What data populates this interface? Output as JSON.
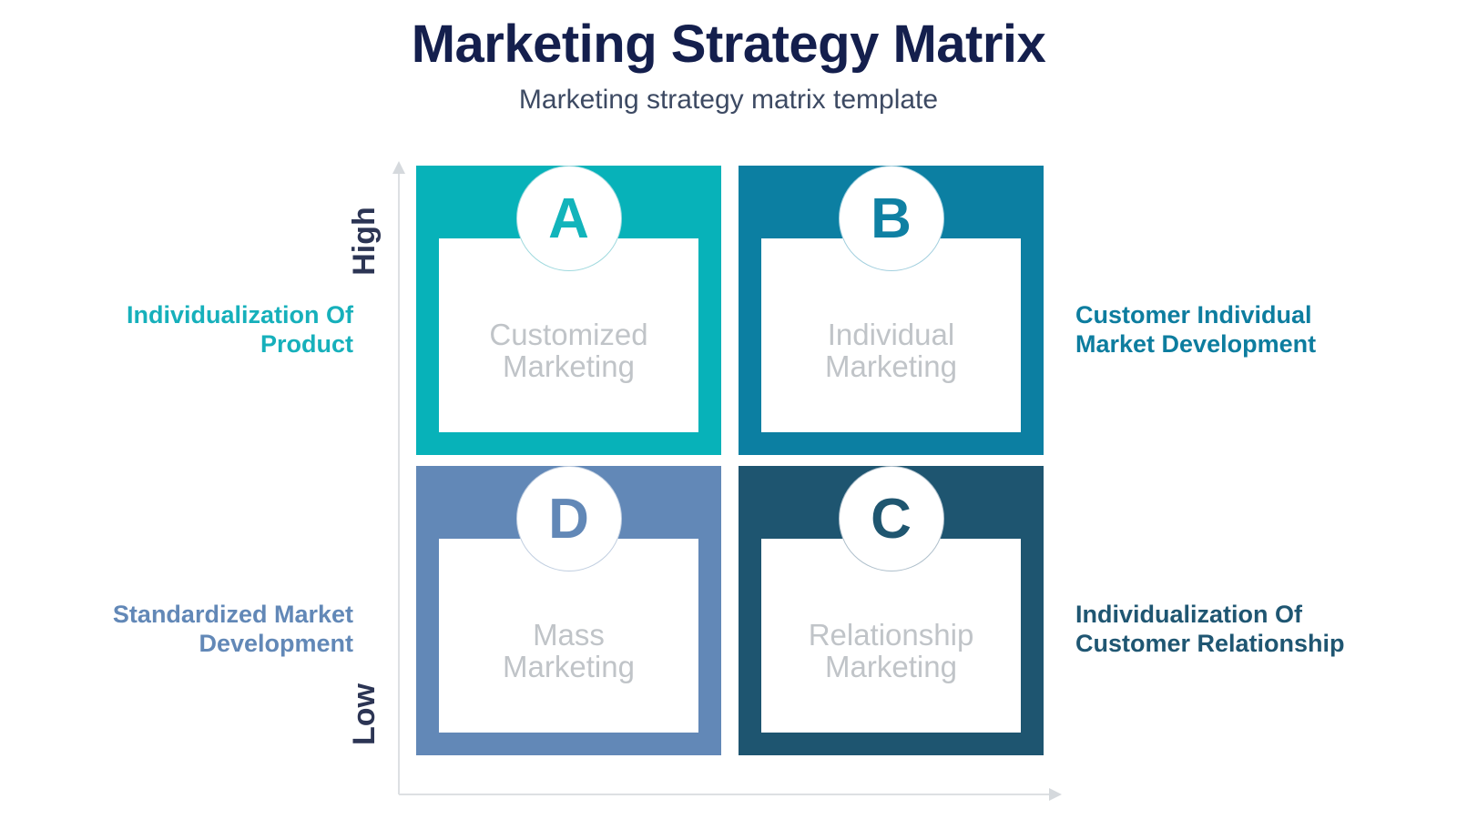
{
  "header": {
    "title": "Marketing Strategy Matrix",
    "subtitle": "Marketing strategy matrix template",
    "title_color": "#141f4d",
    "subtitle_color": "#3d4a63"
  },
  "axes": {
    "vertical": {
      "top_value": "High",
      "bottom_value": "Low",
      "line_color": "#dde0e3",
      "label_color": "#2c3554"
    },
    "horizontal": {
      "line_color": "#dde0e3"
    }
  },
  "quadrants": [
    {
      "key": "A",
      "badge": "A",
      "label": "Customized\nMarketing",
      "fill": "#07b2b9",
      "badge_text_color": "#12b4bb",
      "badge_border_color": "#9fd9de",
      "side": "left",
      "description": "Individualization Of\nProduct",
      "description_color": "#16b0bb"
    },
    {
      "key": "B",
      "badge": "B",
      "label": "Individual\nMarketing",
      "fill": "#0c7fa2",
      "badge_text_color": "#0f80a3",
      "badge_border_color": "#a2cfde",
      "side": "right",
      "description": "Customer Individual\nMarket Development",
      "description_color": "#0d7d9f"
    },
    {
      "key": "C",
      "badge": "C",
      "label": "Relationship\nMarketing",
      "fill": "#1e5570",
      "badge_text_color": "#1f5670",
      "badge_border_color": "#aebfcb",
      "side": "right",
      "description": "Individualization Of\nCustomer Relationship",
      "description_color": "#1f5672"
    },
    {
      "key": "D",
      "badge": "D",
      "label": "Mass\nMarketing",
      "fill": "#6288b7",
      "badge_text_color": "#6288b7",
      "badge_border_color": "#c0cee0",
      "side": "left",
      "description": "Standardized Market\nDevelopment",
      "description_color": "#6288b7"
    }
  ],
  "quadrant_label_color": "#c0c4c8"
}
